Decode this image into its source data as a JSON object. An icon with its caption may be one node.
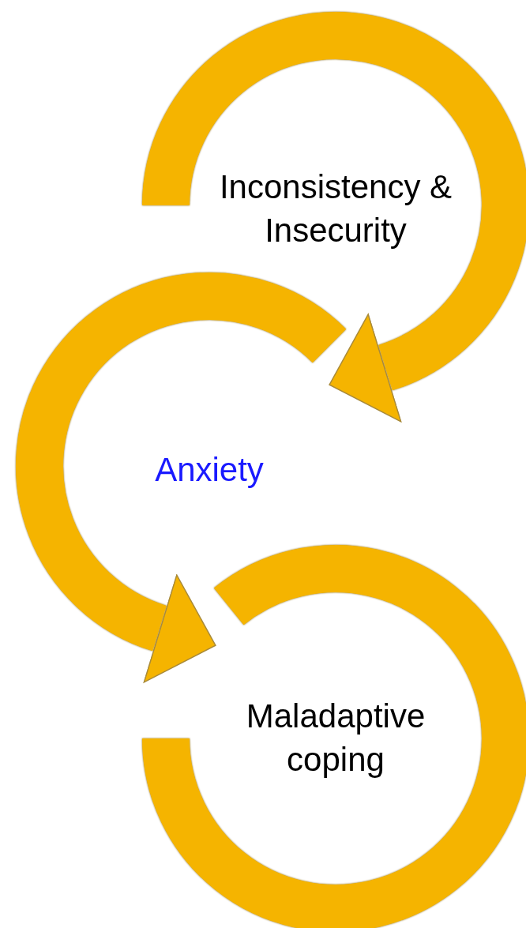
{
  "diagram": {
    "nodes": [
      {
        "text": [
          "Inconsistency & Insecurity"
        ]
      },
      {
        "text": [
          "Anxiety"
        ]
      },
      {
        "text": [
          "Maladaptive coping"
        ]
      }
    ],
    "edges": [
      {
        "from": 0,
        "to": 1,
        "arrow": "to"
      },
      {
        "from": 1,
        "to": 2,
        "arrow": "to"
      }
    ]
  }
}
